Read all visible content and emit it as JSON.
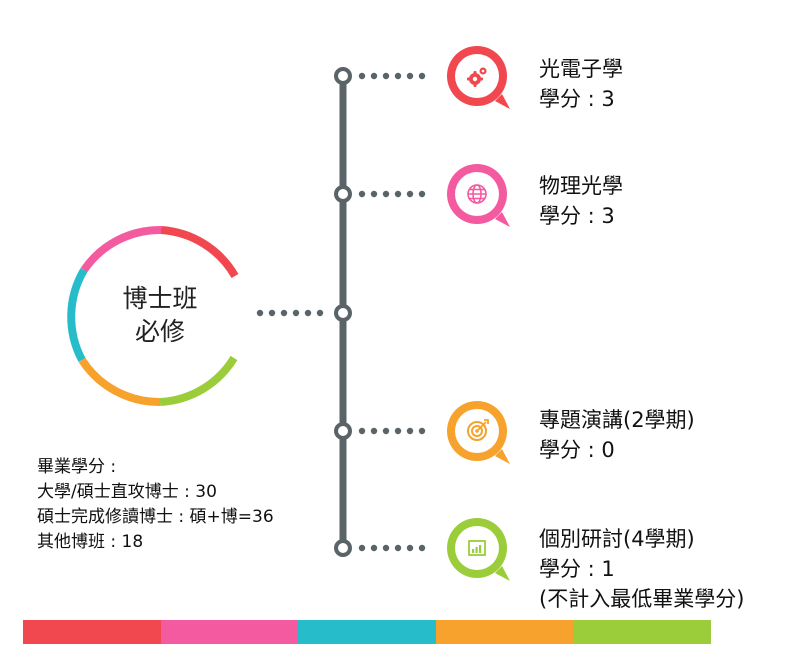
{
  "center": {
    "line1": "博士班",
    "line2": "必修"
  },
  "items": [
    {
      "name": "光電子學",
      "credits": "學分 : 3",
      "note": "",
      "icon": "gears-icon",
      "color": "#f1474f"
    },
    {
      "name": "物理光學",
      "credits": "學分 : 3",
      "note": "",
      "icon": "globe-icon",
      "color": "#f45aa0"
    },
    {
      "name": "專題演講(2學期)",
      "credits": "學分 : 0",
      "note": "",
      "icon": "target-icon",
      "color": "#f6a22c"
    },
    {
      "name": "個別研討(4學期)",
      "credits": "學分 : 1",
      "note": "(不計入最低畢業學分)",
      "icon": "bar-chart-icon",
      "color": "#9bcd3a"
    }
  ],
  "graduation": {
    "title": "畢業學分 :",
    "line1": "大學/碩士直攻博士 : 30",
    "line2": "碩士完成修讀博士 : 碩+博=36",
    "line3": "其他博班 : 18"
  },
  "colors": {
    "red": "#f1474f",
    "pink": "#f45aa0",
    "cyan": "#26bcc9",
    "orange": "#f6a22c",
    "green": "#9bcd3a",
    "timeline": "#5a6468"
  }
}
